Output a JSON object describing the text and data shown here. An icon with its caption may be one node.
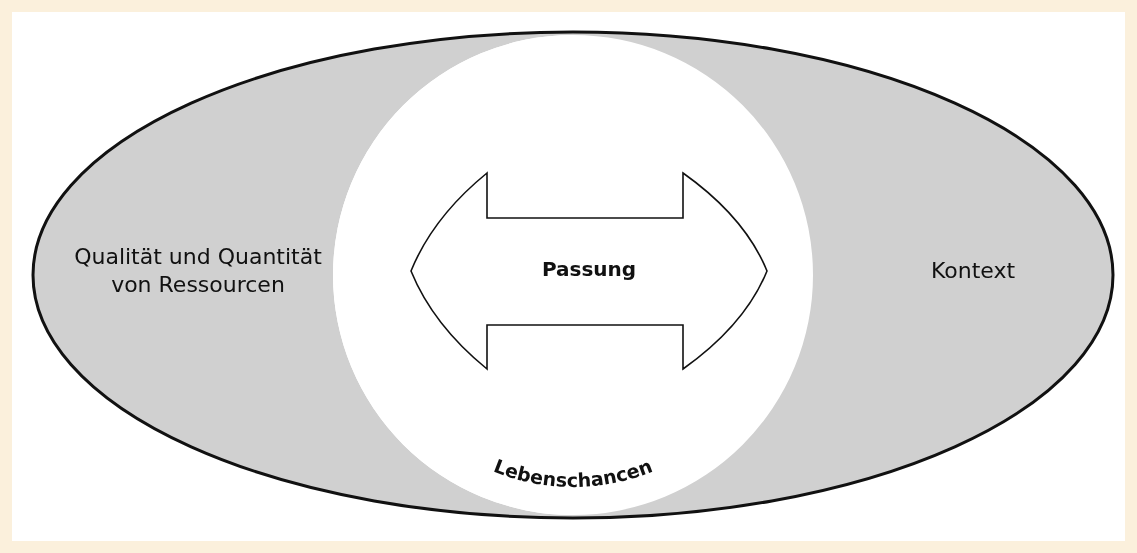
{
  "diagram": {
    "nodes": [
      {
        "text": [
          "Qualität und Quantität von Ressourcen"
        ]
      },
      {
        "text": [
          "Lebenschancen"
        ]
      },
      {
        "text": [
          "Passung"
        ],
        "in": 1
      },
      {
        "text": [
          "Kontext"
        ]
      }
    ]
  }
}
